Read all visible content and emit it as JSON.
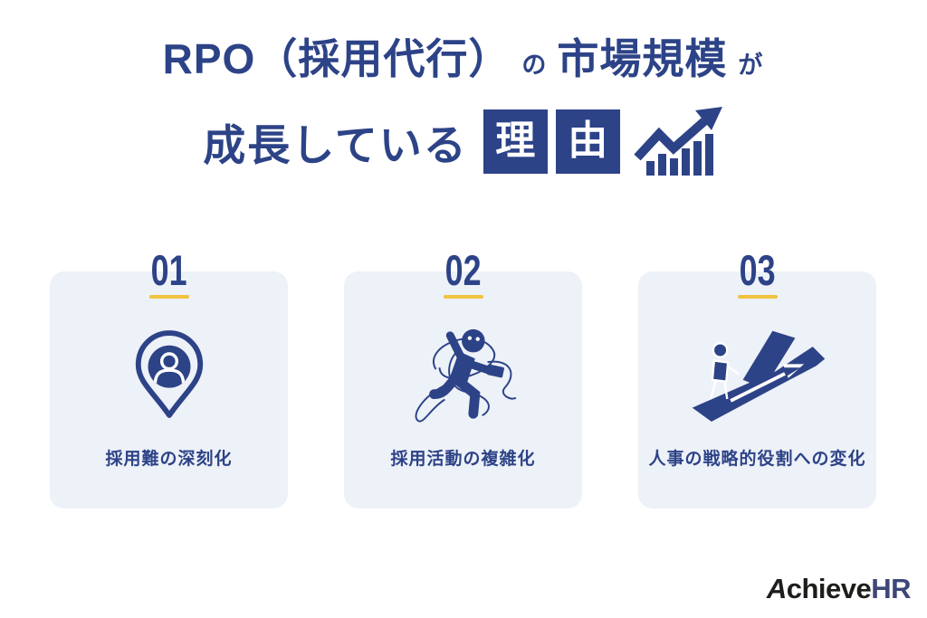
{
  "title": {
    "line1": {
      "main": "RPO（採用代行）",
      "particle1": "の",
      "emphasis": "市場規模",
      "particle2": "が"
    },
    "line2": {
      "main": "成長している",
      "boxed_chars": [
        "理",
        "由"
      ],
      "icon": "growth-chart-icon"
    }
  },
  "cards": [
    {
      "number": "01",
      "icon": "location-pin-person-icon",
      "label": "採用難の深刻化"
    },
    {
      "number": "02",
      "icon": "tangled-person-icon",
      "label": "採用活動の複雑化"
    },
    {
      "number": "03",
      "icon": "branching-path-person-icon",
      "label": "人事の戦略的役割への変化"
    }
  ],
  "footer": {
    "logo": {
      "part1": "Achieve",
      "part2": "HR"
    }
  },
  "colors": {
    "navy": "#2d4387",
    "accent_yellow": "#f0c340",
    "card_background": "#edf1f8",
    "logo_black": "#1d1d1b",
    "logo_navy": "#3d4777",
    "background": "#ffffff"
  }
}
